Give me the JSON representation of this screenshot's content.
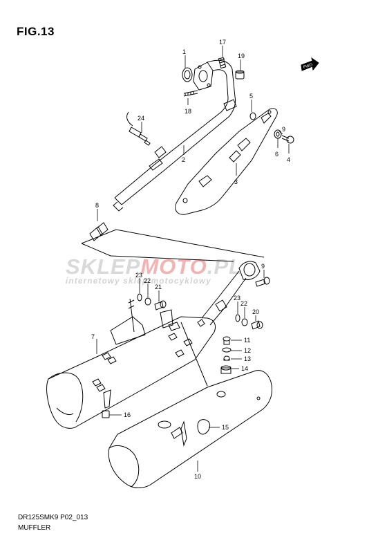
{
  "figure": {
    "title": "FIG.13",
    "code": "DR125SMK9 P02_013",
    "name": "MUFFLER",
    "fwd_label": "FWD"
  },
  "watermark": {
    "brand_gray": "SKLEP",
    "brand_red": "MOTO",
    "brand_suffix": ".PL",
    "tagline": "internetowy sklep motocyklowy"
  },
  "parts": [
    {
      "id": "callout-1",
      "label": "1"
    },
    {
      "id": "callout-17",
      "label": "17"
    },
    {
      "id": "callout-19",
      "label": "19"
    },
    {
      "id": "callout-5",
      "label": "5"
    },
    {
      "id": "callout-18",
      "label": "18"
    },
    {
      "id": "callout-24",
      "label": "24"
    },
    {
      "id": "callout-9a",
      "label": "9"
    },
    {
      "id": "callout-6",
      "label": "6"
    },
    {
      "id": "callout-4",
      "label": "4"
    },
    {
      "id": "callout-2",
      "label": "2"
    },
    {
      "id": "callout-3",
      "label": "3"
    },
    {
      "id": "callout-8",
      "label": "8"
    },
    {
      "id": "callout-23a",
      "label": "23"
    },
    {
      "id": "callout-22a",
      "label": "22"
    },
    {
      "id": "callout-21",
      "label": "21"
    },
    {
      "id": "callout-9b",
      "label": "9"
    },
    {
      "id": "callout-23b",
      "label": "23"
    },
    {
      "id": "callout-22b",
      "label": "22"
    },
    {
      "id": "callout-20",
      "label": "20"
    },
    {
      "id": "callout-7",
      "label": "7"
    },
    {
      "id": "callout-11",
      "label": "11"
    },
    {
      "id": "callout-12",
      "label": "12"
    },
    {
      "id": "callout-13",
      "label": "13"
    },
    {
      "id": "callout-14",
      "label": "14"
    },
    {
      "id": "callout-16",
      "label": "16"
    },
    {
      "id": "callout-15",
      "label": "15"
    },
    {
      "id": "callout-10",
      "label": "10"
    }
  ]
}
